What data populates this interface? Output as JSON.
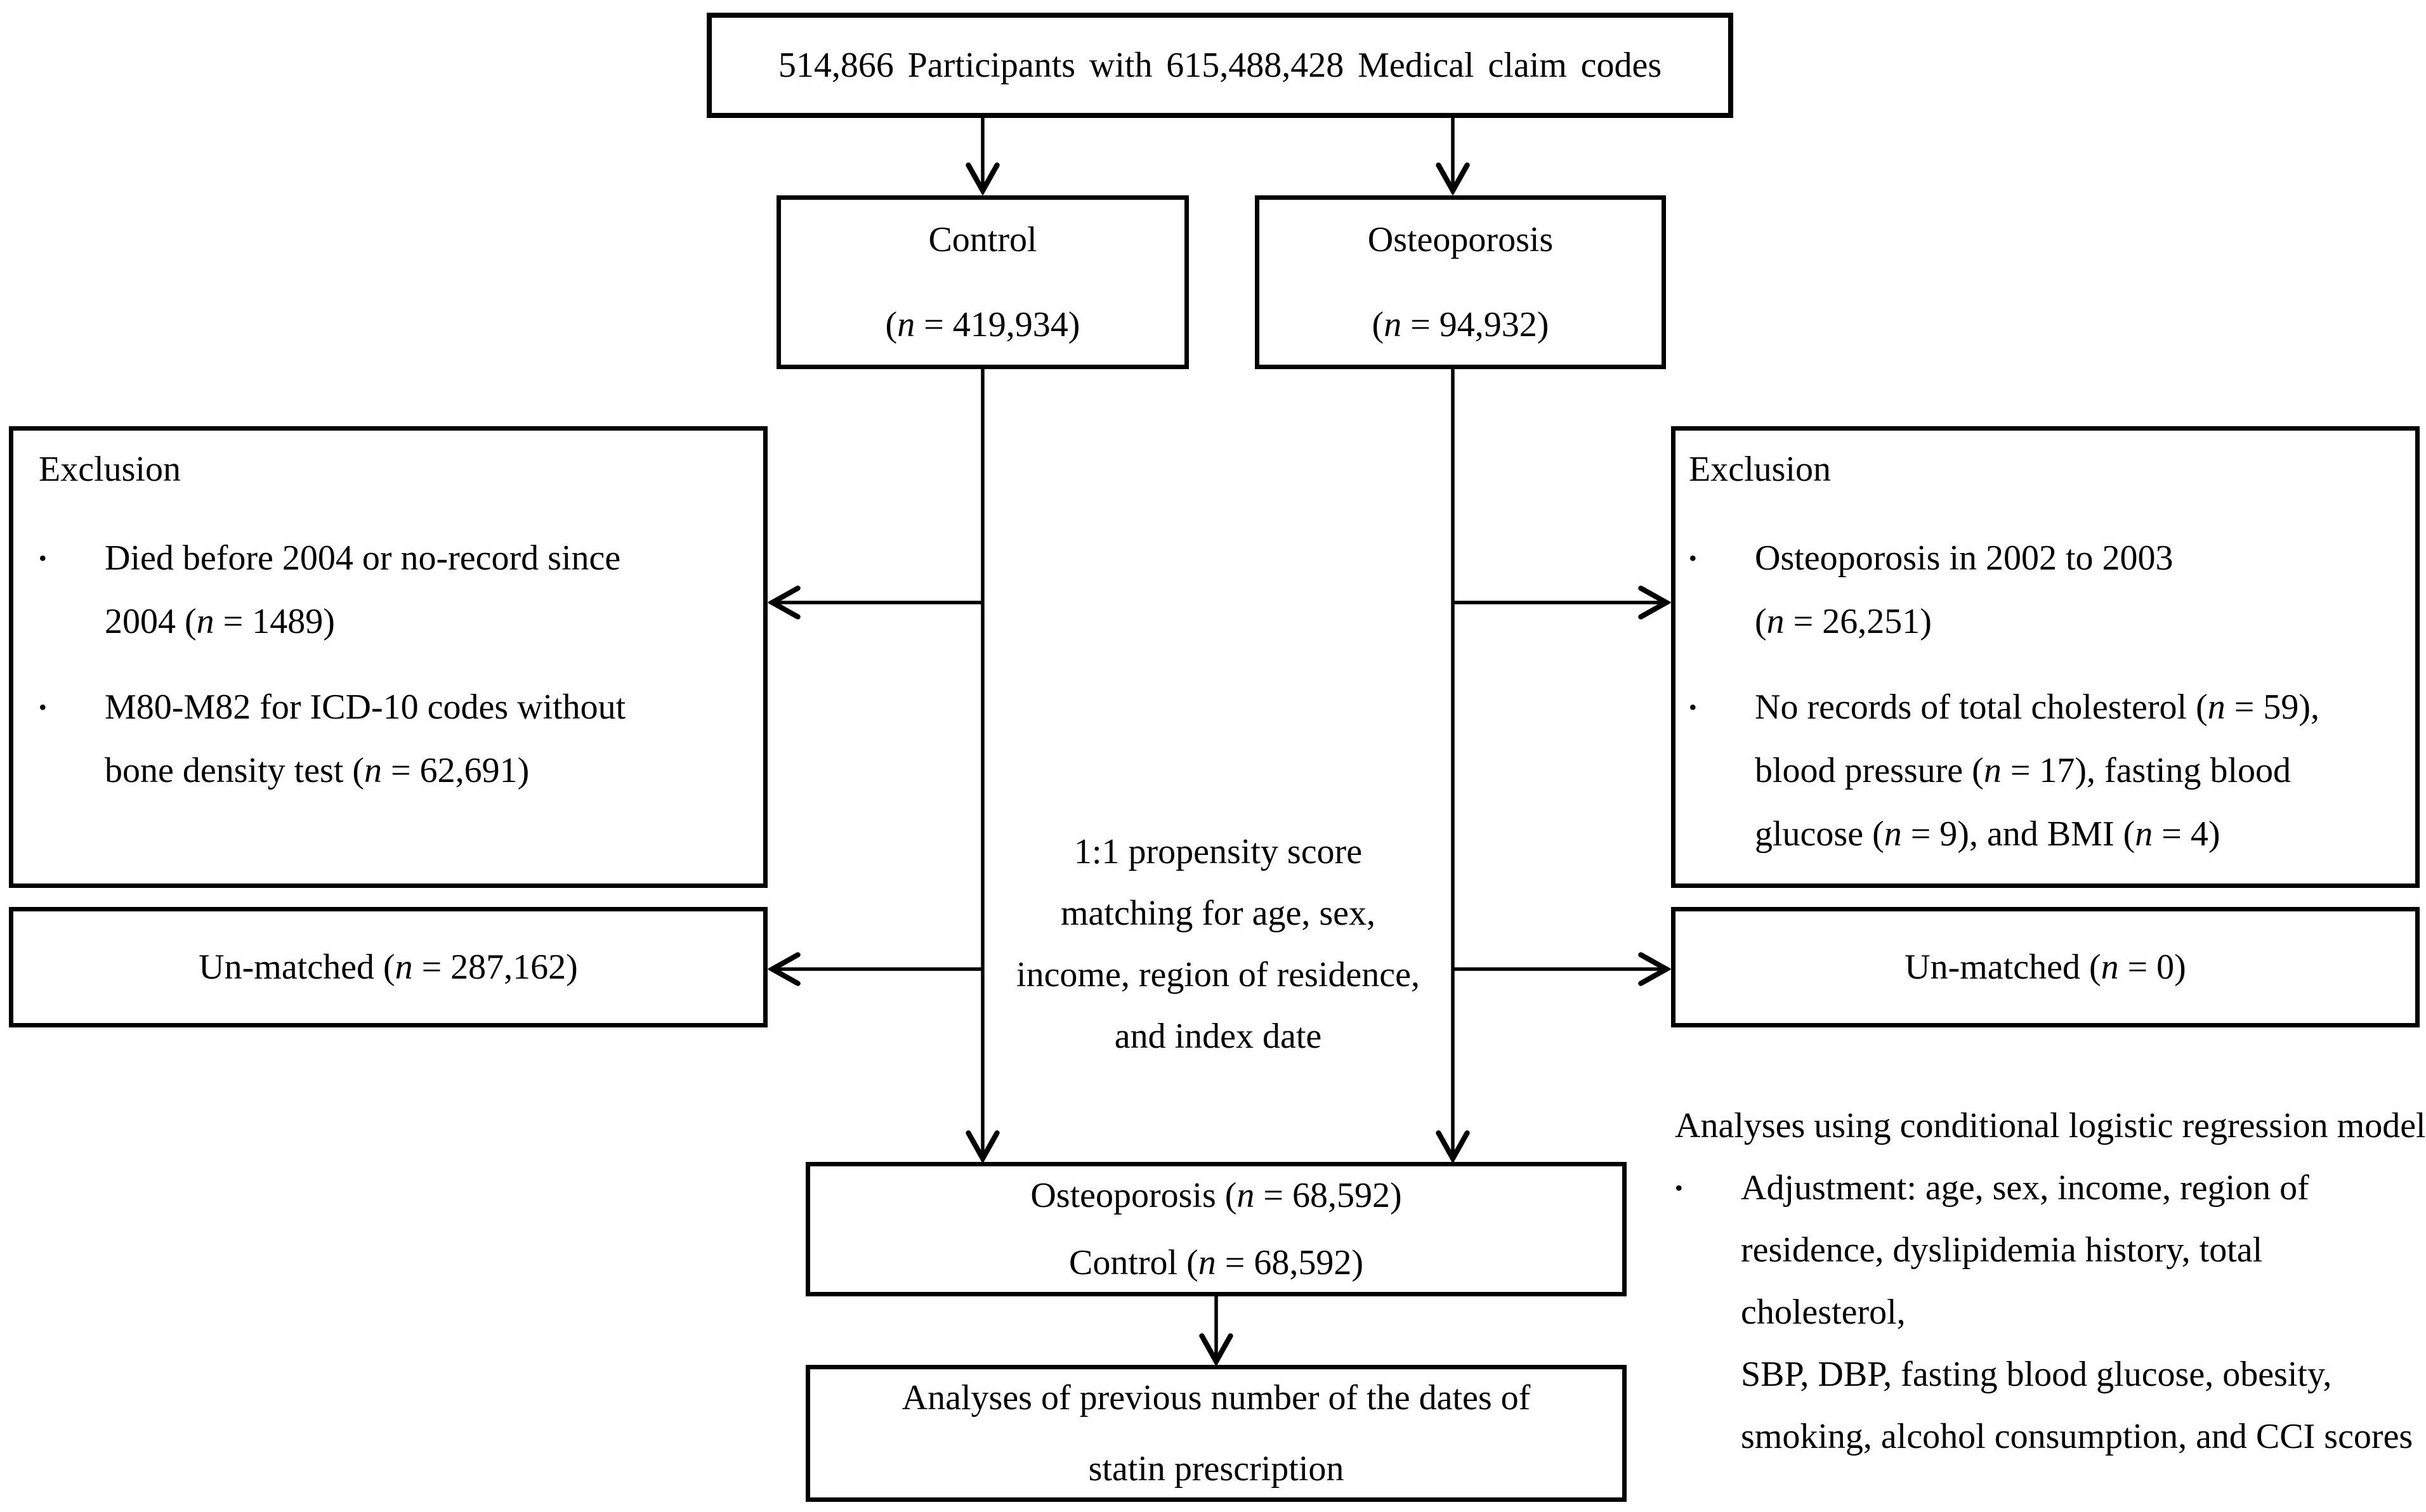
{
  "colors": {
    "background": "#ffffff",
    "ink": "#000000"
  },
  "bullet_char": "•",
  "flowchart": {
    "top_box": {
      "text": "514,866 Participants with 615,488,428 Medical claim codes"
    },
    "control_box": {
      "title": "Control",
      "count": "(n = 419,934)"
    },
    "osteoporosis_box": {
      "title": "Osteoporosis",
      "count": "(n = 94,932)"
    },
    "left_exclusion_box": {
      "title": "Exclusion",
      "bullets": [
        "Died before 2004 or no-record since\n2004 (n = 1489)",
        "M80-M82 for ICD-10 codes without\nbone density test (n = 62,691)"
      ]
    },
    "right_exclusion_box": {
      "title": "Exclusion",
      "bullets": [
        "Osteoporosis in 2002 to 2003\n(n = 26,251)",
        "No records of total cholesterol (n = 59),\nblood pressure (n = 17), fasting blood\nglucose (n = 9), and BMI (n = 4)"
      ]
    },
    "matching_note": "1:1 propensity score\nmatching for age, sex,\nincome, region of residence,\nand index date",
    "left_unmatched_box": {
      "text": "Un-matched (n = 287,162)"
    },
    "right_unmatched_box": {
      "text": "Un-matched (n = 0)"
    },
    "matched_box": {
      "line1": "Osteoporosis (n = 68,592)",
      "line2": "Control (n = 68,592)"
    },
    "analysis_box": {
      "text": "Analyses of previous number of the dates of\nstatin prescription"
    },
    "analyses_note": {
      "title": "Analyses using conditional logistic regression model",
      "bullets": [
        "Adjustment: age, sex, income, region of\nresidence, dyslipidemia history, total cholesterol,\nSBP, DBP, fasting blood glucose, obesity,\nsmoking, alcohol consumption, and CCI scores"
      ]
    }
  }
}
